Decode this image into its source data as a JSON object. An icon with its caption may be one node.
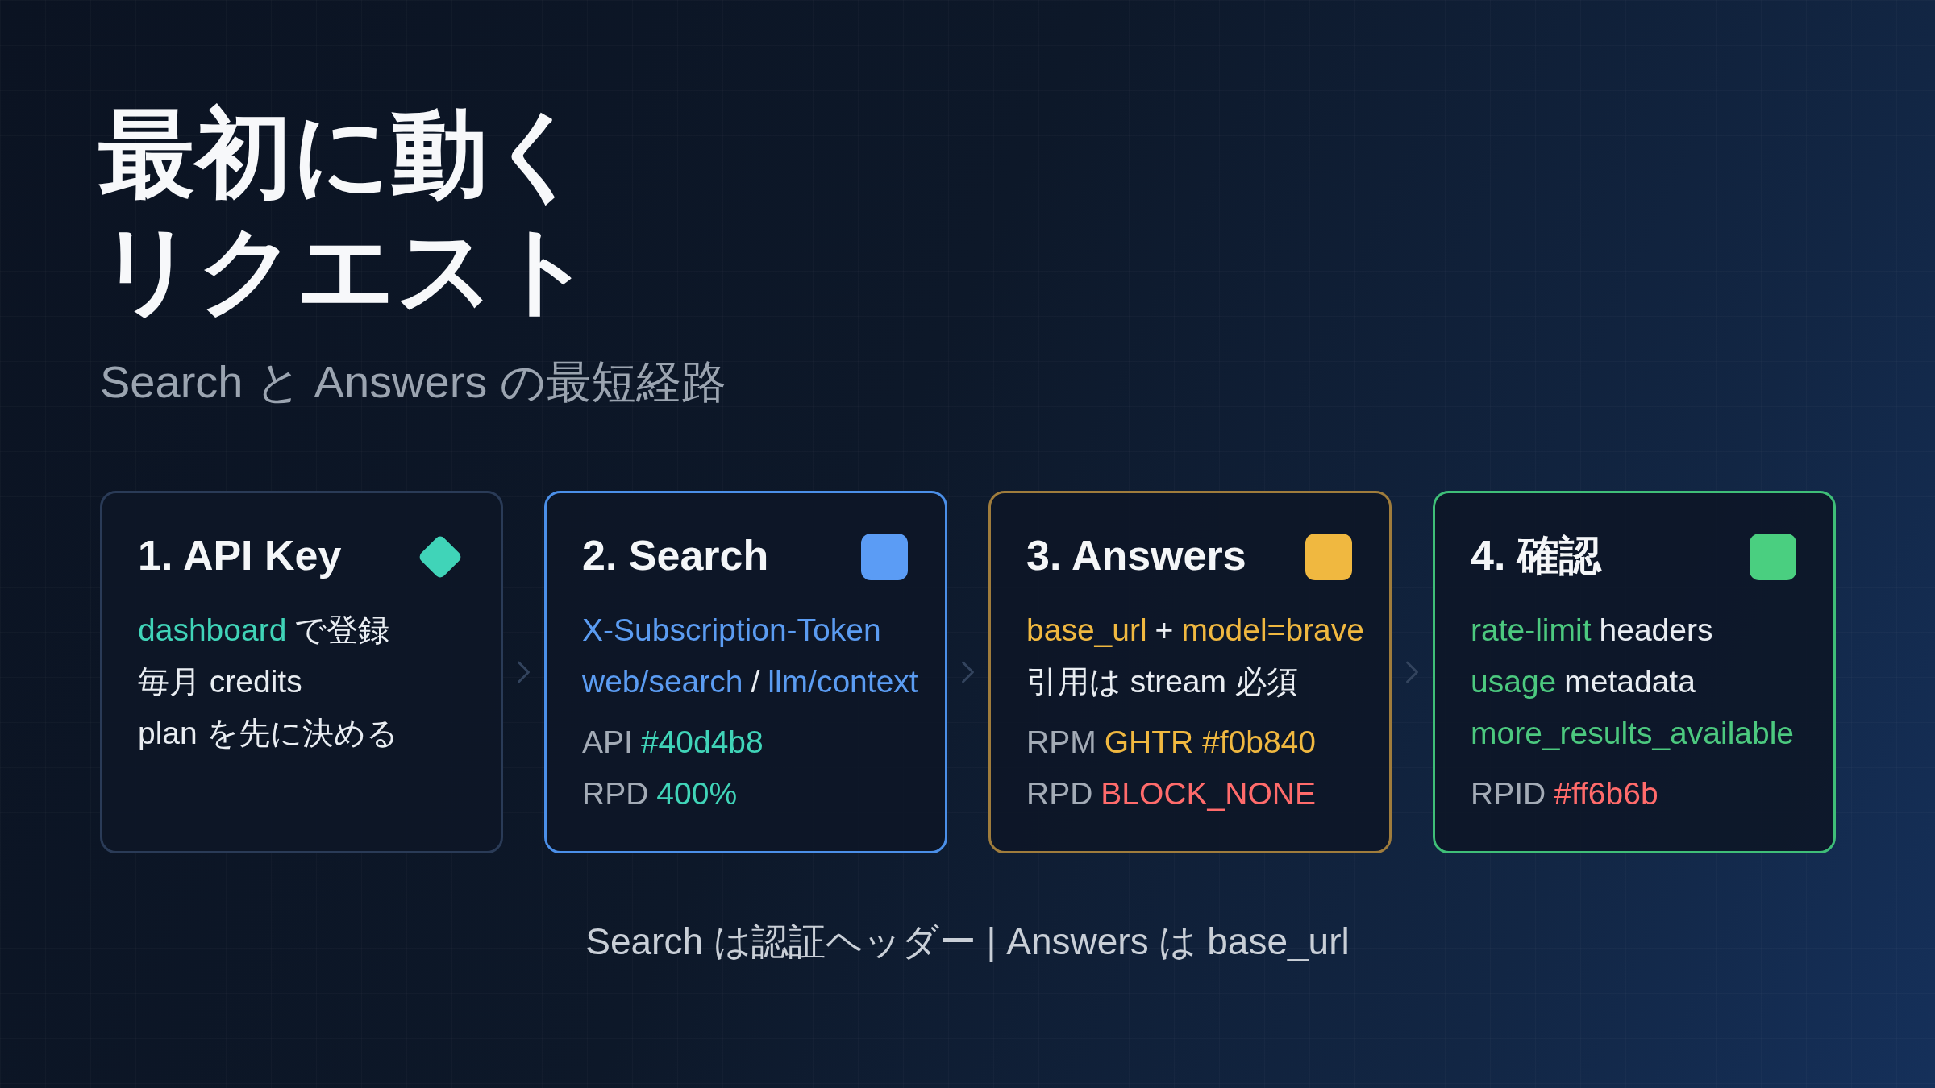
{
  "diagram": {
    "title": "最初に動くリクエスト",
    "caption": "Search は認証ヘッダー | Answers は base_url",
    "nodes": [
      {
        "text": [
          "1. API Key",
          "dashboard",
          "で登録",
          "毎月 credits",
          "plan を先に決める"
        ]
      },
      {
        "text": [
          "2. Search",
          "X-Subscription-Token",
          "web/search",
          "/",
          "llm/context",
          "API",
          "#40d4b8",
          "RPD",
          "400%"
        ]
      },
      {
        "text": [
          "3. Answers",
          "base_url",
          "+",
          "model=brave",
          "引用は stream 必須",
          "RPM",
          "GHTR #f0b840",
          "RPD",
          "BLOCK_NONE"
        ]
      },
      {
        "text": [
          "4. 確認",
          "rate-limit",
          "headers",
          "usage",
          "metadata",
          "more_results_available",
          "RPID",
          "#ff6b6b"
        ]
      }
    ],
    "edges": [
      {
        "from": 0,
        "to": 1,
        "arrow": "to"
      },
      {
        "from": 1,
        "to": 2,
        "arrow": "to"
      },
      {
        "from": 2,
        "to": 3,
        "arrow": "to"
      }
    ],
    "labels": [
      "Search と Answers の最短経路"
    ]
  }
}
